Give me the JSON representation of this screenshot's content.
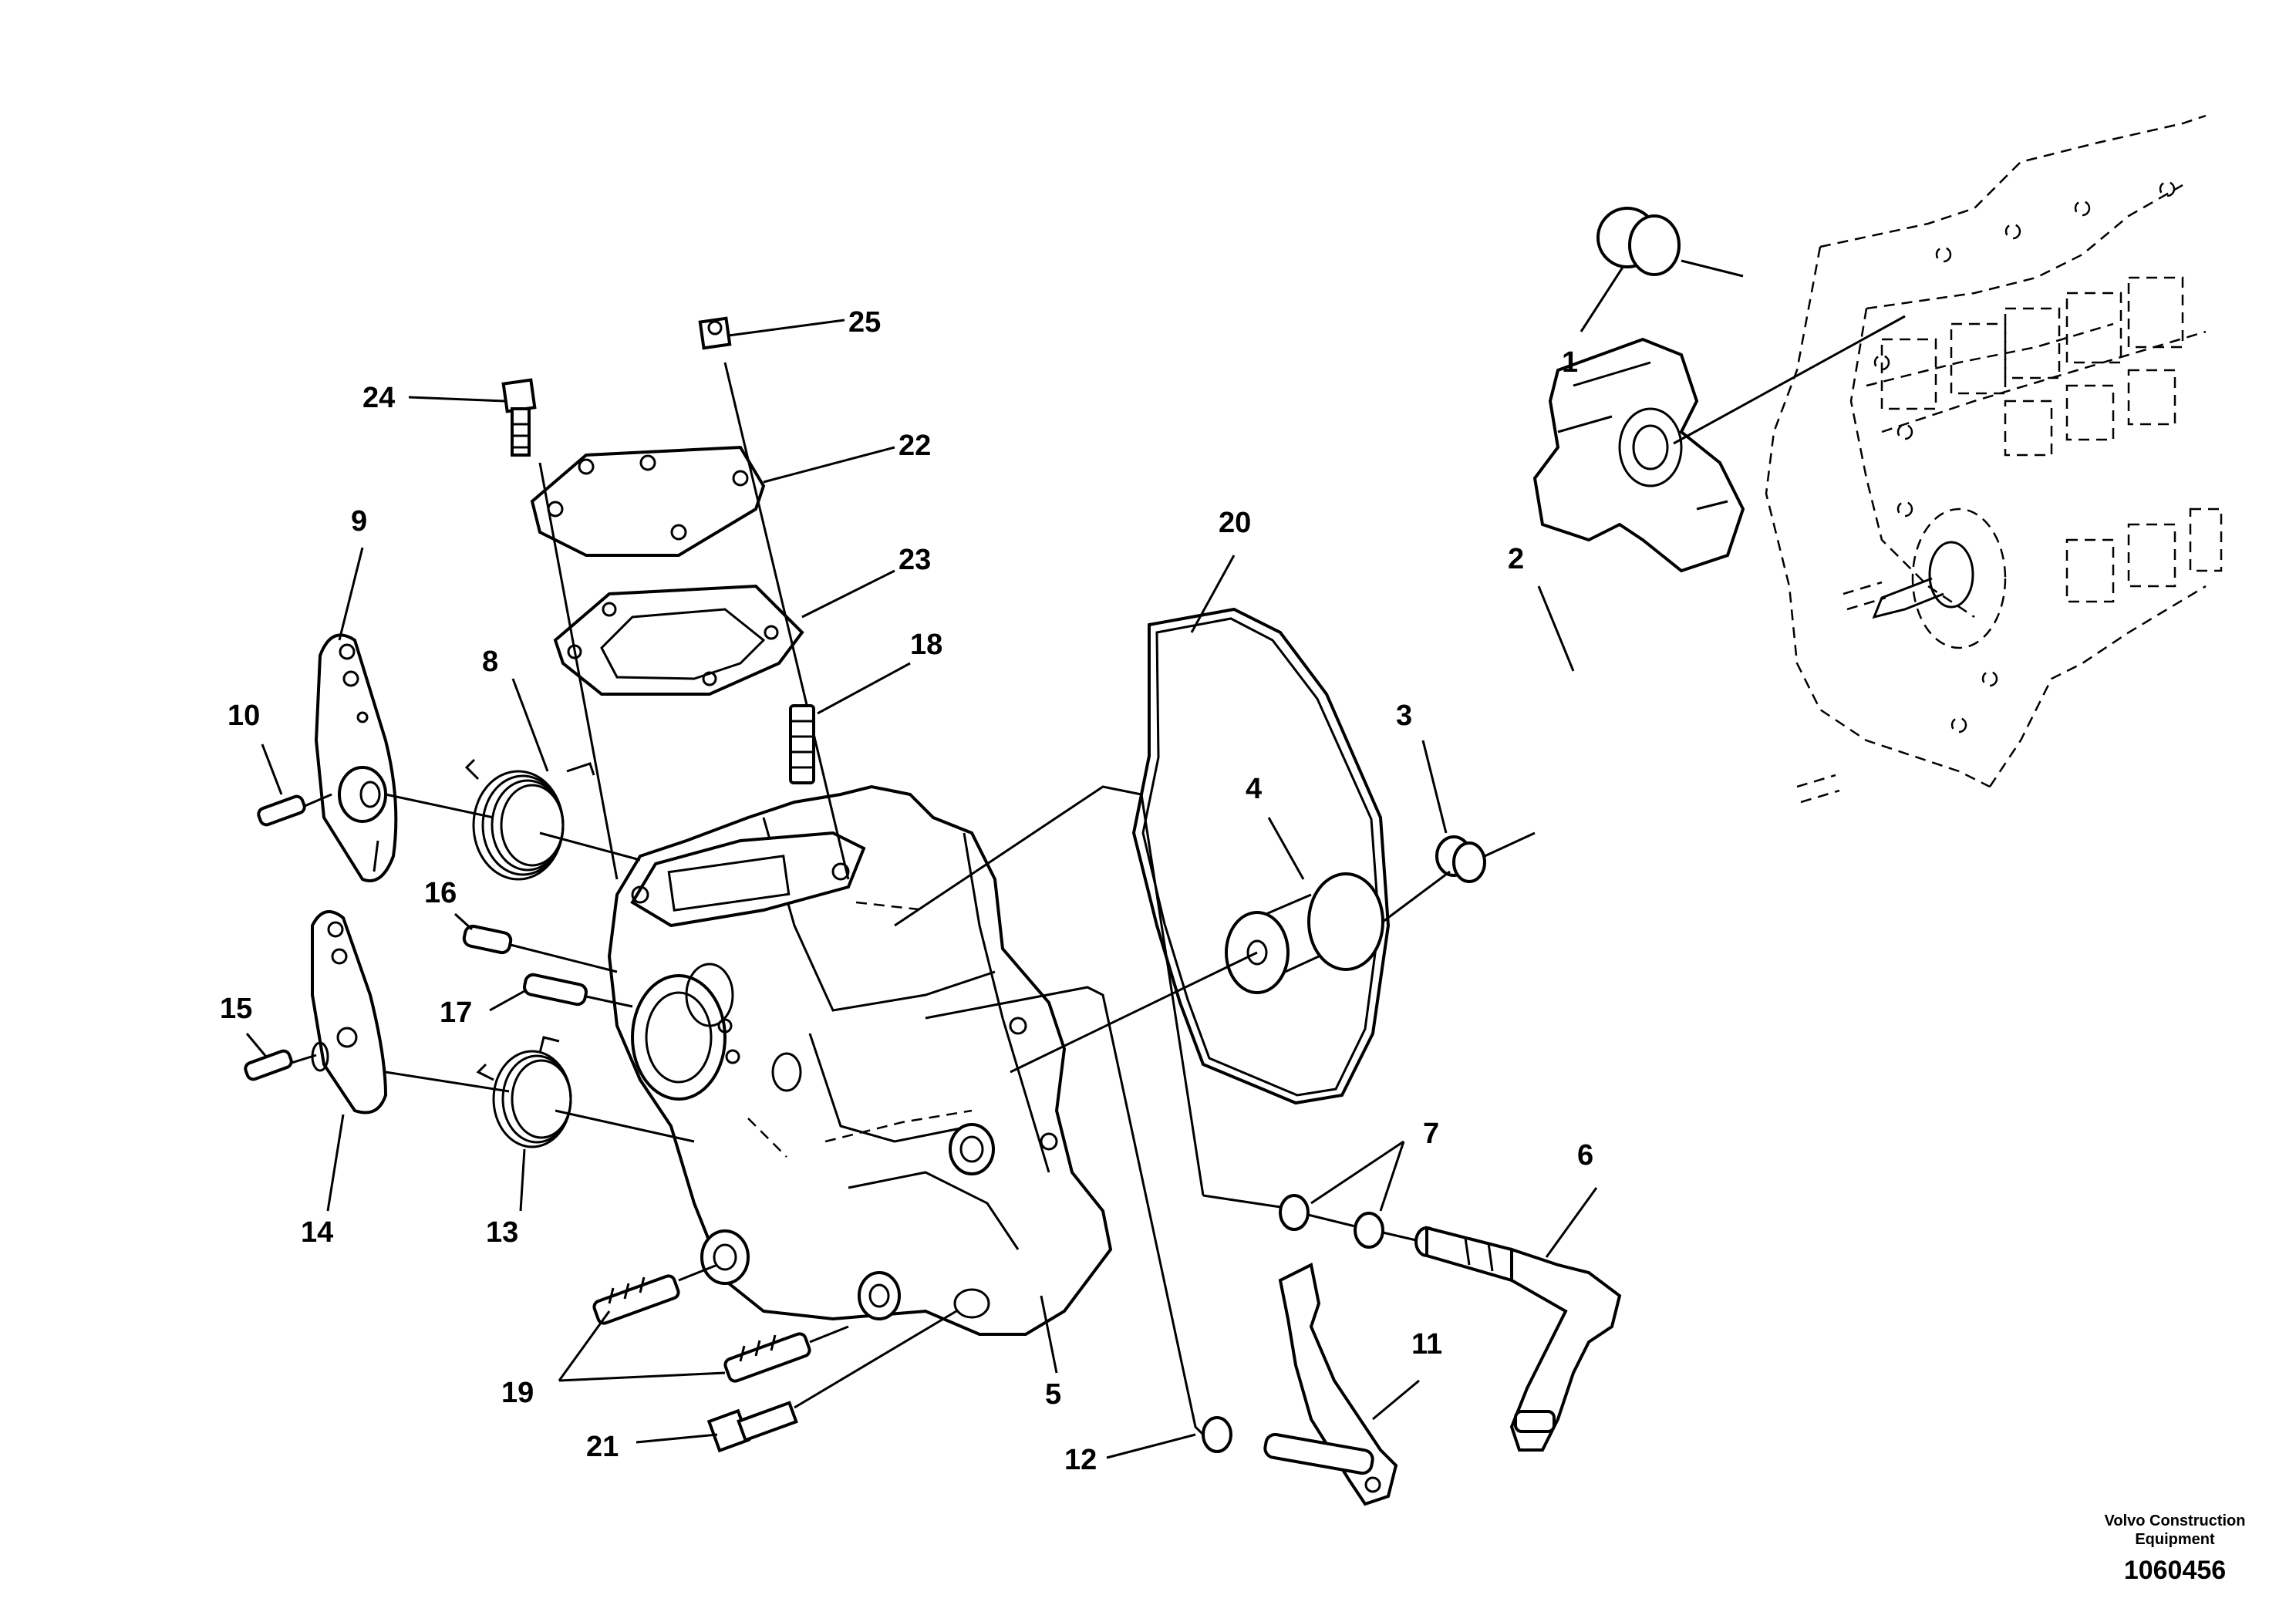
{
  "callouts": {
    "c1": "1",
    "c2": "2",
    "c3": "3",
    "c4": "4",
    "c5": "5",
    "c6": "6",
    "c7": "7",
    "c8": "8",
    "c9": "9",
    "c10": "10",
    "c11": "11",
    "c12": "12",
    "c13": "13",
    "c14": "14",
    "c15": "15",
    "c16": "16",
    "c17": "17",
    "c18": "18",
    "c19": "19",
    "c20": "20",
    "c21": "21",
    "c22": "22",
    "c23": "23",
    "c24": "24",
    "c25": "25"
  },
  "credit": {
    "line1": "Volvo Construction",
    "line2": "Equipment",
    "drawing_number": "1060456"
  }
}
